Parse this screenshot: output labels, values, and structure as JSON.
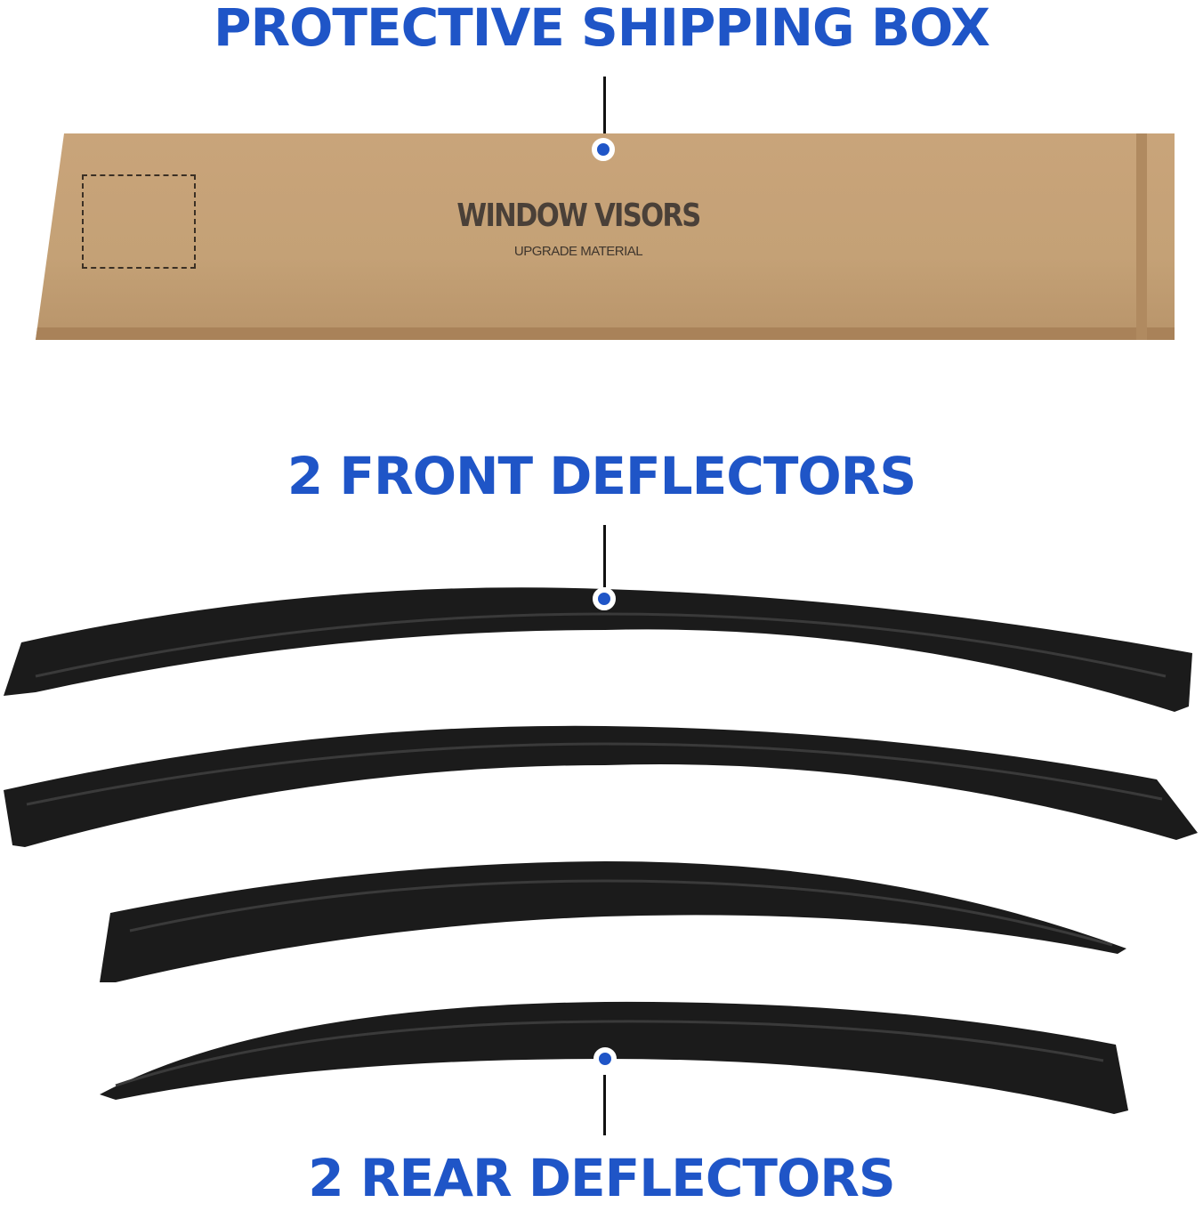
{
  "headings": {
    "box": "PROTECTIVE SHIPPING BOX",
    "front": "2 FRONT DEFLECTORS",
    "rear": "2 REAR DEFLECTORS"
  },
  "box": {
    "title": "WINDOW VISORS",
    "subtitle": "UPGRADE MATERIAL"
  },
  "colors": {
    "accent": "#1f55c7",
    "box": "#c4a176",
    "visor": "#1a1a1a"
  }
}
